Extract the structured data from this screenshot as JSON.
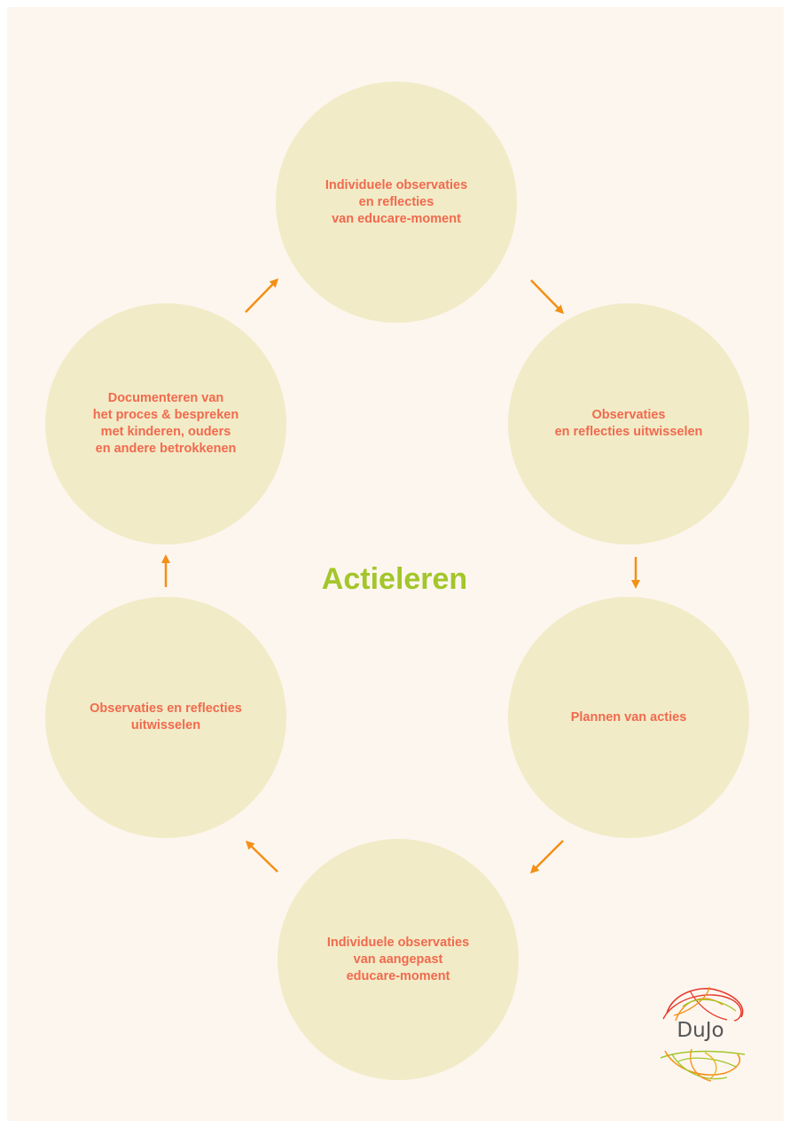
{
  "title": "Actieleren",
  "colors": {
    "background": "#fdf6ef",
    "circle_fill": "#f2ebc7",
    "circle_text": "#f06a4e",
    "title": "#a3c62a",
    "arrow": "#f39015"
  },
  "steps": [
    {
      "label": "Individuele observaties\nen reflecties\nvan educare-moment"
    },
    {
      "label": "Observaties\nen reflecties uitwisselen"
    },
    {
      "label": "Plannen van acties"
    },
    {
      "label": "Individuele observaties\nvan aangepast\neducare-moment"
    },
    {
      "label": "Observaties en reflecties\nuitwisselen"
    },
    {
      "label": "Documenteren van\nhet proces & bespreken\nmet kinderen, ouders\nen andere betrokkenen"
    }
  ],
  "logo": {
    "text": "DuJo"
  }
}
